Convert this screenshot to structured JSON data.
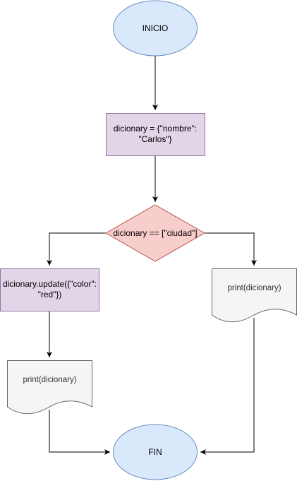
{
  "flowchart": {
    "start": {
      "label": "INICIO"
    },
    "assign": {
      "label": "dicionary = {\"nombre\": \"Carlos\"}"
    },
    "decision": {
      "label": "dicionary == [\"ciudad\"]"
    },
    "update": {
      "label": "dicionary.update({\"color\": \"red\"})"
    },
    "print_left": {
      "label": "print(dicionary)"
    },
    "print_right": {
      "label": "print(dicionary)"
    },
    "end": {
      "label": "FIN"
    }
  },
  "colors": {
    "ellipse_fill": "#dae8fc",
    "ellipse_stroke": "#6c8ebf",
    "process_fill": "#e1d5e7",
    "process_stroke": "#9673a6",
    "decision_fill": "#f8cecc",
    "decision_stroke": "#b85450",
    "document_fill": "#f5f5f5",
    "document_stroke": "#666666",
    "edge": "#000000"
  }
}
